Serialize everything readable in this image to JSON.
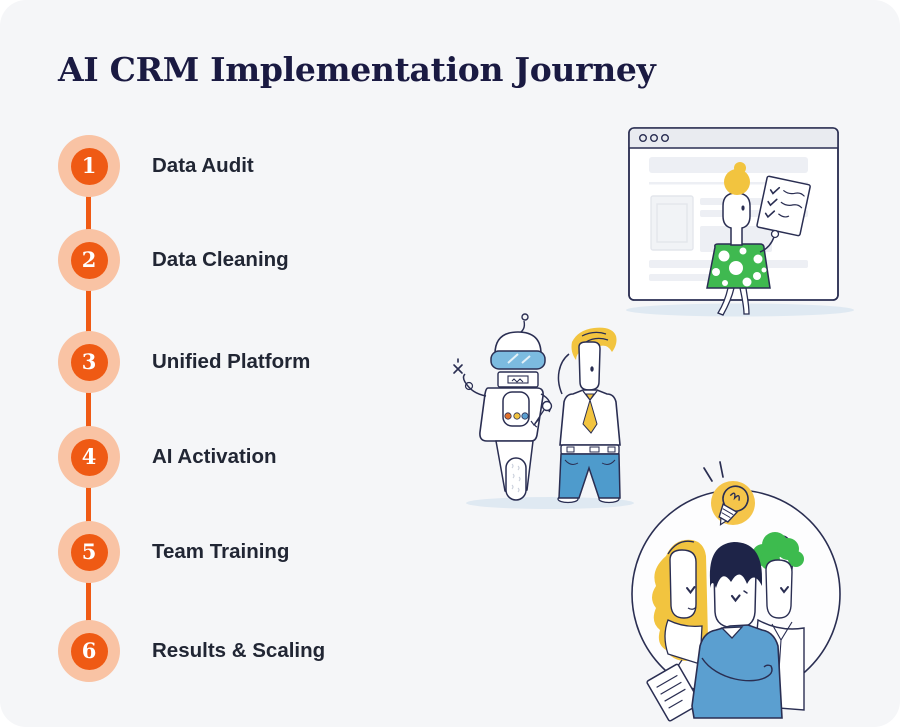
{
  "page": {
    "title": "AI CRM Implementation Journey"
  },
  "theme": {
    "bg": "#F5F6F8",
    "title_color": "#1A1A42",
    "label_color": "#212634",
    "accent_orange": "#EF5A14",
    "accent_orange_light": "#F9C3A4",
    "outline_navy": "#2A2E52",
    "illustration_green": "#3FB950",
    "illustration_yellow": "#F2C43F",
    "illustration_blue": "#5B9FD0",
    "shadow_blue": "#DFE9F2"
  },
  "timeline": {
    "steps": [
      {
        "number": "1",
        "label": "Data Audit"
      },
      {
        "number": "2",
        "label": "Data Cleaning"
      },
      {
        "number": "3",
        "label": "Unified Platform"
      },
      {
        "number": "4",
        "label": "AI Activation"
      },
      {
        "number": "5",
        "label": "Team Training"
      },
      {
        "number": "6",
        "label": "Results & Scaling"
      }
    ]
  },
  "illustrations": [
    {
      "name": "browser-window-woman"
    },
    {
      "name": "robot-and-man"
    },
    {
      "name": "team-idea-circle"
    }
  ]
}
